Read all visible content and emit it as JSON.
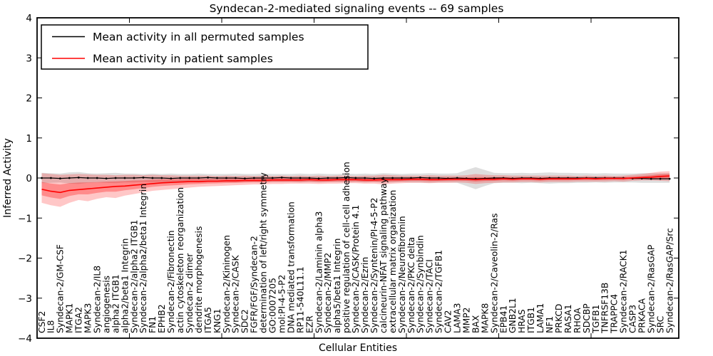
{
  "chart_data": {
    "type": "line",
    "title": "Syndecan-2-mediated signaling events -- 69 samples",
    "xlabel": "Cellular Entities",
    "ylabel": "Inferred Activity",
    "ylim": [
      -4,
      4
    ],
    "ytick_values": [
      4,
      3,
      2,
      1,
      0,
      -1,
      -2,
      -3,
      -4
    ],
    "ytick_labels": [
      "4",
      "3",
      "2",
      "1",
      "0",
      "−1",
      "−2",
      "−3",
      "−4"
    ],
    "grid": false,
    "legend_position": "upper left",
    "categories": [
      "CSF2",
      "IL8",
      "Syndecan-2/GM-CSF",
      "MAPK1",
      "ITGA2",
      "MAPK3",
      "Syndecan-2/IL8",
      "angiogenesis",
      "alpha2 ITGB1",
      "alpha2/beta1 Integrin",
      "Syndecan-2/alpha2 ITGB1",
      "Syndecan-2/alpha2/beta1 Integrin",
      "FN1",
      "EPHB2",
      "Syndecan-2/Fibronectin",
      "actin cytoskeleton reorganization",
      "Syndecan-2 dimer",
      "dendrite morphogenesis",
      "ITGA5",
      "KNG1",
      "Syndecan-2/Kininogen",
      "Syndecan-2/CASK",
      "SDC2",
      "FGFR/FGF/Syndecan-2",
      "determination of left/right symmetry",
      "GO:0007205",
      "mol:PI-4-5-P2",
      "DNA mediated transformation",
      "RP11-540L11.1",
      "EZR",
      "Syndecan-2/Laminin alpha3",
      "Syndecan-2/MMP2",
      "alpha5/beta1 Integrin",
      "positive regulation of cell-cell adhesion",
      "Syndecan-2/CASK/Protein 4.1",
      "Syndecan-2/Ezrin",
      "Syndecan-2/Syntenin/PI-4-5-P2",
      "calcineurin-NFAT signaling pathway",
      "extracellular matrix organization",
      "Syndecan-2/Neurofibromin",
      "Syndecan-2/PKC delta",
      "Syndecan-2/Synbindin",
      "Syndecan-2/TACI",
      "Syndecan-2/TGFB1",
      "CAV2",
      "LAMA3",
      "MMP2",
      "BAX",
      "MAPK8",
      "Syndecan-2/Caveolin-2/Ras",
      "EPB41",
      "GNB2L1",
      "HRAS",
      "ITGB1",
      "LAMA1",
      "NF1",
      "PRKCD",
      "RASA1",
      "RHOA",
      "SDCBP",
      "TGFB1",
      "TNFRSF13B",
      "TRAPPC4",
      "Syndecan-2/RACK1",
      "CASP3",
      "PRKACA",
      "Syndecan-2/RasGAP",
      "SRC",
      "Syndecan-2/RasGAP/Src"
    ],
    "series": [
      {
        "name": "Mean activity in all permuted samples",
        "color": "#000000",
        "marker": "dot",
        "band_color": "#000000",
        "band_opacity": 0.13,
        "values": [
          0,
          0,
          -0.01,
          0,
          0.01,
          0,
          0,
          -0.01,
          0,
          0,
          0,
          0.01,
          0,
          0,
          -0.01,
          0,
          0,
          0,
          0.01,
          0,
          0,
          0,
          -0.01,
          0,
          0,
          0,
          0.01,
          0,
          0,
          0,
          -0.01,
          0,
          0,
          0.01,
          0,
          0,
          -0.01,
          0,
          0,
          0,
          0,
          0.01,
          0,
          0,
          -0.01,
          0,
          -0.01,
          -0.02,
          -0.01,
          0,
          0,
          -0.01,
          0,
          0,
          -0.01,
          0,
          0,
          0,
          0,
          0,
          0,
          0,
          0,
          0,
          -0.01,
          -0.01,
          -0.02,
          -0.02,
          -0.02
        ],
        "band_upper": [
          0.13,
          0.12,
          0.11,
          0.14,
          0.15,
          0.12,
          0.11,
          0.12,
          0.13,
          0.11,
          0.11,
          0.1,
          0.11,
          0.1,
          0.11,
          0.1,
          0.1,
          0.11,
          0.1,
          0.1,
          0.1,
          0.11,
          0.1,
          0.1,
          0.11,
          0.1,
          0.1,
          0.1,
          0.11,
          0.1,
          0.11,
          0.1,
          0.1,
          0.11,
          0.1,
          0.11,
          0.1,
          0.12,
          0.11,
          0.1,
          0.11,
          0.11,
          0.12,
          0.11,
          0.11,
          0.12,
          0.2,
          0.27,
          0.2,
          0.13,
          0.12,
          0.12,
          0.13,
          0.12,
          0.13,
          0.14,
          0.13,
          0.13,
          0.12,
          0.12,
          0.11,
          0.12,
          0.11,
          0.11,
          0.11,
          0.12,
          0.12,
          0.12,
          0.12
        ],
        "band_lower": [
          -0.13,
          -0.12,
          -0.11,
          -0.14,
          -0.15,
          -0.12,
          -0.11,
          -0.12,
          -0.13,
          -0.11,
          -0.11,
          -0.1,
          -0.11,
          -0.1,
          -0.11,
          -0.1,
          -0.1,
          -0.11,
          -0.1,
          -0.1,
          -0.1,
          -0.11,
          -0.1,
          -0.1,
          -0.11,
          -0.1,
          -0.1,
          -0.1,
          -0.11,
          -0.1,
          -0.11,
          -0.1,
          -0.1,
          -0.11,
          -0.1,
          -0.11,
          -0.1,
          -0.12,
          -0.11,
          -0.1,
          -0.11,
          -0.11,
          -0.12,
          -0.11,
          -0.11,
          -0.12,
          -0.2,
          -0.28,
          -0.2,
          -0.13,
          -0.12,
          -0.12,
          -0.13,
          -0.12,
          -0.13,
          -0.14,
          -0.13,
          -0.13,
          -0.12,
          -0.12,
          -0.11,
          -0.12,
          -0.11,
          -0.11,
          -0.11,
          -0.12,
          -0.12,
          -0.12,
          -0.12
        ]
      },
      {
        "name": "Mean activity in patient samples",
        "color": "#ff0000",
        "marker": "none",
        "band_color": "#ff0000",
        "band_opacity": 0.22,
        "values": [
          -0.28,
          -0.33,
          -0.36,
          -0.31,
          -0.29,
          -0.27,
          -0.25,
          -0.23,
          -0.21,
          -0.2,
          -0.18,
          -0.16,
          -0.14,
          -0.12,
          -0.11,
          -0.1,
          -0.09,
          -0.09,
          -0.08,
          -0.08,
          -0.07,
          -0.07,
          -0.06,
          -0.06,
          -0.06,
          -0.05,
          -0.05,
          -0.05,
          -0.05,
          -0.04,
          -0.05,
          -0.05,
          -0.04,
          -0.04,
          -0.04,
          -0.05,
          -0.05,
          -0.04,
          -0.04,
          -0.04,
          -0.03,
          -0.03,
          -0.04,
          -0.04,
          -0.03,
          -0.03,
          -0.03,
          -0.04,
          -0.03,
          -0.03,
          -0.02,
          -0.03,
          -0.02,
          -0.02,
          -0.03,
          -0.02,
          -0.02,
          -0.02,
          -0.02,
          -0.01,
          -0.02,
          -0.01,
          -0.01,
          -0.01,
          0,
          0.01,
          0.02,
          0.04,
          0.05
        ],
        "band_upper": [
          0.12,
          0.1,
          0.08,
          0.09,
          0.1,
          0.09,
          0.08,
          0.08,
          0.07,
          0.08,
          0.08,
          0.07,
          0.08,
          0.07,
          0.07,
          0.06,
          0.06,
          0.06,
          0.06,
          0.05,
          0.06,
          0.05,
          0.06,
          0.05,
          0.06,
          0.05,
          0.06,
          0.05,
          0.06,
          0.05,
          0.06,
          0.05,
          0.06,
          0.06,
          0.05,
          0.06,
          0.06,
          0.08,
          0.07,
          0.06,
          0.06,
          0.06,
          0.07,
          0.06,
          0.06,
          0.06,
          0.07,
          0.1,
          0.08,
          0.07,
          0.07,
          0.06,
          0.06,
          0.06,
          0.06,
          0.06,
          0.06,
          0.06,
          0.05,
          0.06,
          0.05,
          0.06,
          0.05,
          0.06,
          0.08,
          0.1,
          0.13,
          0.16,
          0.17
        ],
        "band_lower": [
          -0.62,
          -0.68,
          -0.72,
          -0.62,
          -0.55,
          -0.58,
          -0.52,
          -0.48,
          -0.5,
          -0.44,
          -0.4,
          -0.36,
          -0.32,
          -0.3,
          -0.28,
          -0.26,
          -0.24,
          -0.22,
          -0.21,
          -0.2,
          -0.19,
          -0.18,
          -0.17,
          -0.16,
          -0.16,
          -0.15,
          -0.15,
          -0.14,
          -0.14,
          -0.14,
          -0.15,
          -0.14,
          -0.14,
          -0.13,
          -0.13,
          -0.14,
          -0.14,
          -0.16,
          -0.14,
          -0.13,
          -0.12,
          -0.12,
          -0.13,
          -0.12,
          -0.12,
          -0.11,
          -0.12,
          -0.15,
          -0.13,
          -0.12,
          -0.11,
          -0.11,
          -0.1,
          -0.1,
          -0.11,
          -0.1,
          -0.1,
          -0.1,
          -0.09,
          -0.09,
          -0.09,
          -0.09,
          -0.08,
          -0.09,
          -0.07,
          -0.06,
          -0.06,
          -0.07,
          -0.08
        ]
      }
    ]
  }
}
